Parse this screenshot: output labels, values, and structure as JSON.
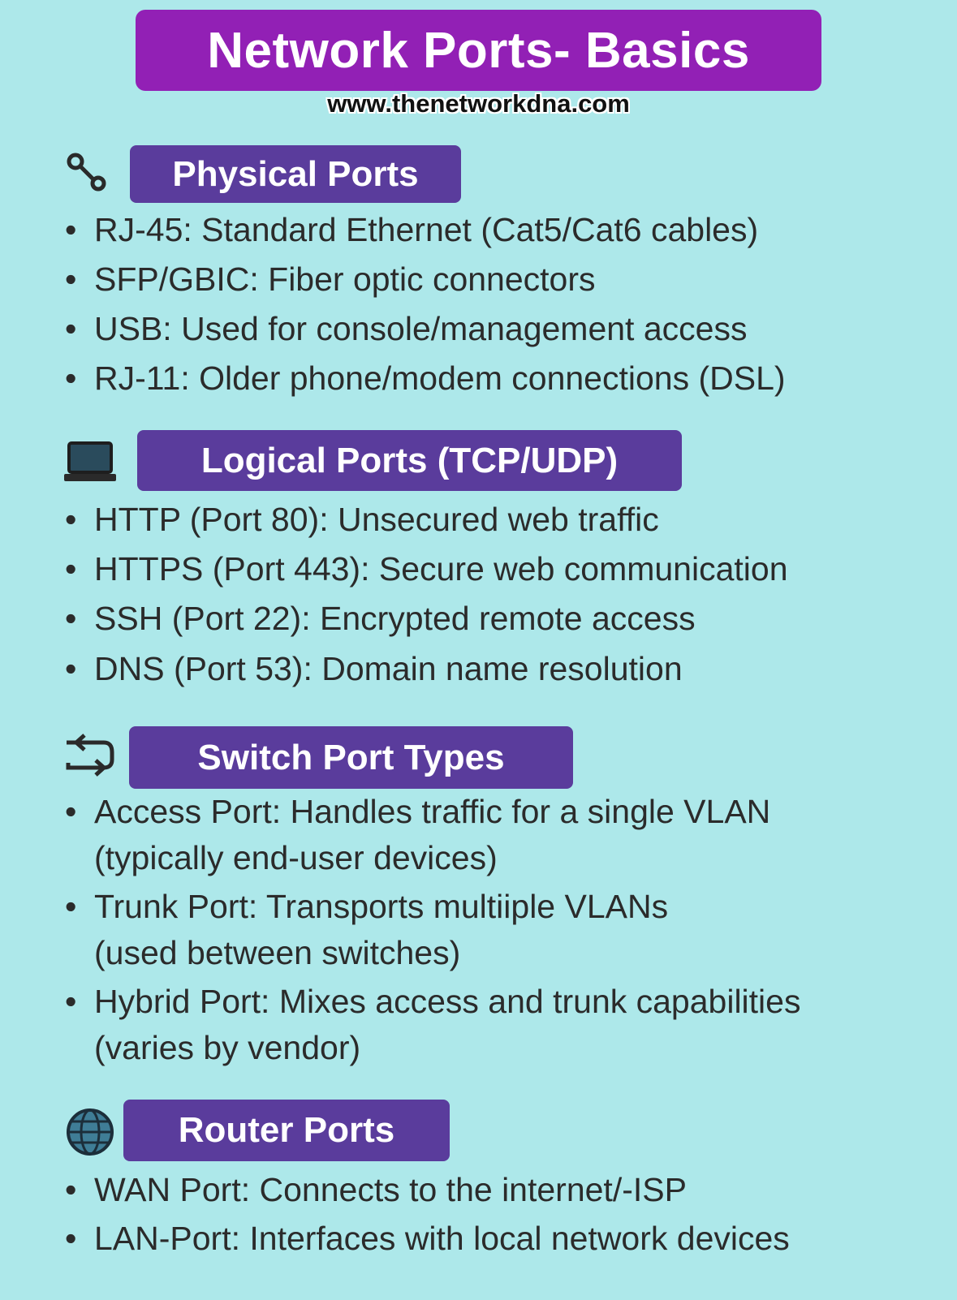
{
  "title": "Network Ports- Basics",
  "url": "www.thenetworkdna.com",
  "sections": [
    {
      "icon": "wrench-icon",
      "heading": "Physical Ports",
      "items": [
        "RJ-45: Standard Ethernet (Cat5/Cat6 cables)",
        "SFP/GBIC: Fiber optic connectors",
        "USB: Used for console/management access",
        "RJ-11: Older phone/modem connections (DSL)"
      ]
    },
    {
      "icon": "laptop-icon",
      "heading": "Logical Ports (TCP/UDP)",
      "items": [
        "HTTP (Port 80): Unsecured web  traffic",
        "HTTPS (Port 443): Secure web communication",
        "SSH (Port 22): Encrypted remote access",
        "DNS (Port 53): Domain name resolution"
      ]
    },
    {
      "icon": "loop-arrows-icon",
      "heading": "Switch Port Types",
      "items": [
        [
          "Access Port: Handles traffic for a single VLAN",
          "(typically end-user devices)"
        ],
        [
          "Trunk Port: Transports multiiple VLANs",
          "(used between switches)"
        ],
        [
          "Hybrid Port: Mixes access and trunk capabilities",
          "(varies by vendor)"
        ]
      ]
    },
    {
      "icon": "globe-icon",
      "heading": "Router Ports",
      "items": [
        "WAN Port: Connects to the internet/-ISP",
        "LAN-Port: Interfaces with local network devices"
      ]
    }
  ],
  "bullet": "•",
  "colors": {
    "background": "#ade8ea",
    "title_bg": "#9220b5",
    "heading_bg": "#5a3c9c"
  }
}
